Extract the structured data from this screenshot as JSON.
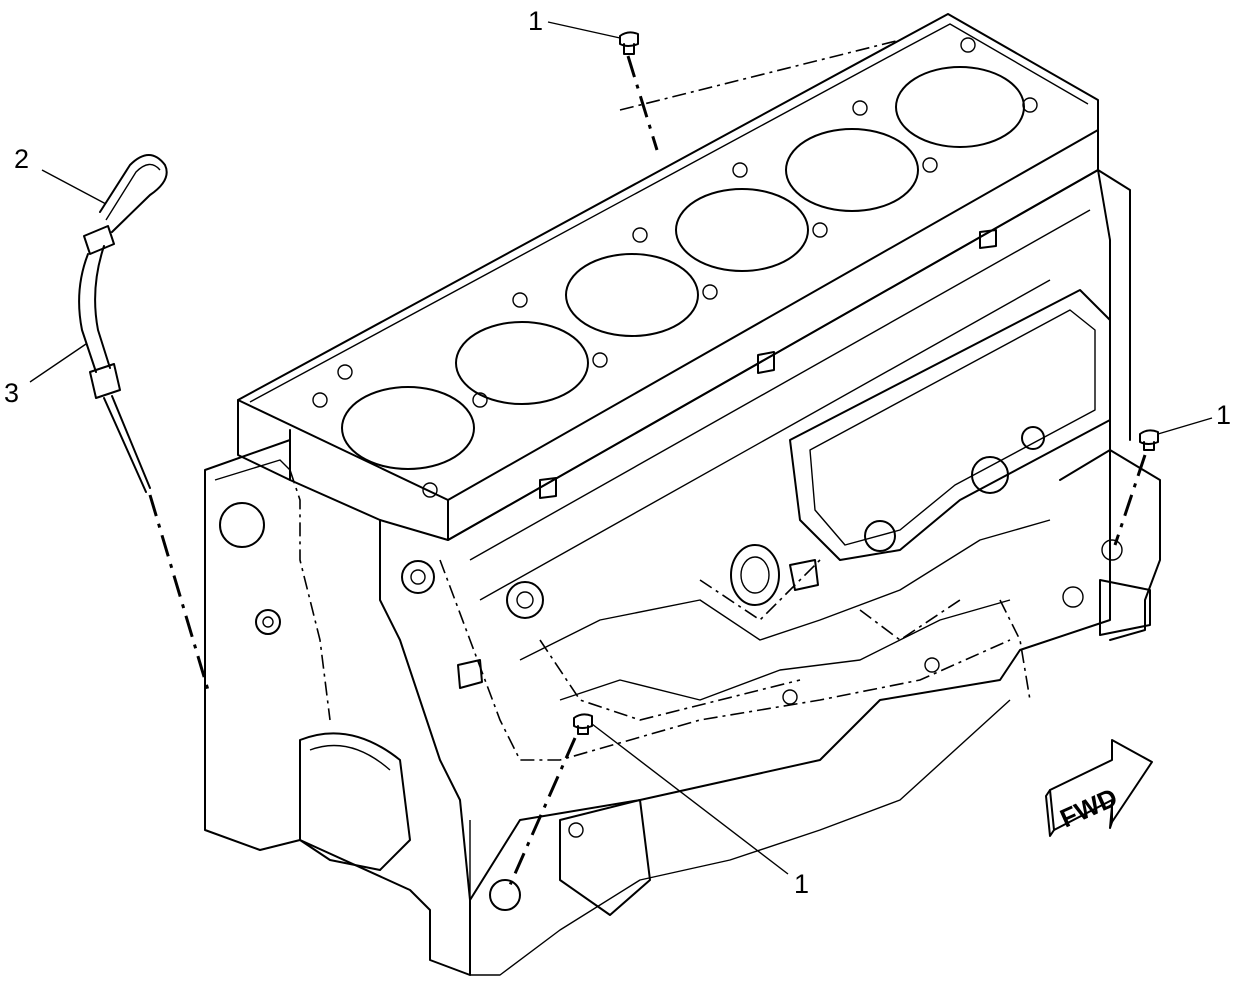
{
  "callouts": [
    {
      "label": "1",
      "part": "plug"
    },
    {
      "label": "2",
      "part": "dipstick"
    },
    {
      "label": "3",
      "part": "dipstick-tube"
    },
    {
      "label": "1",
      "part": "plug"
    },
    {
      "label": "1",
      "part": "plug"
    }
  ],
  "direction_arrow": {
    "label": "FWD"
  },
  "colors": {
    "line": "#000000",
    "background": "#ffffff"
  }
}
